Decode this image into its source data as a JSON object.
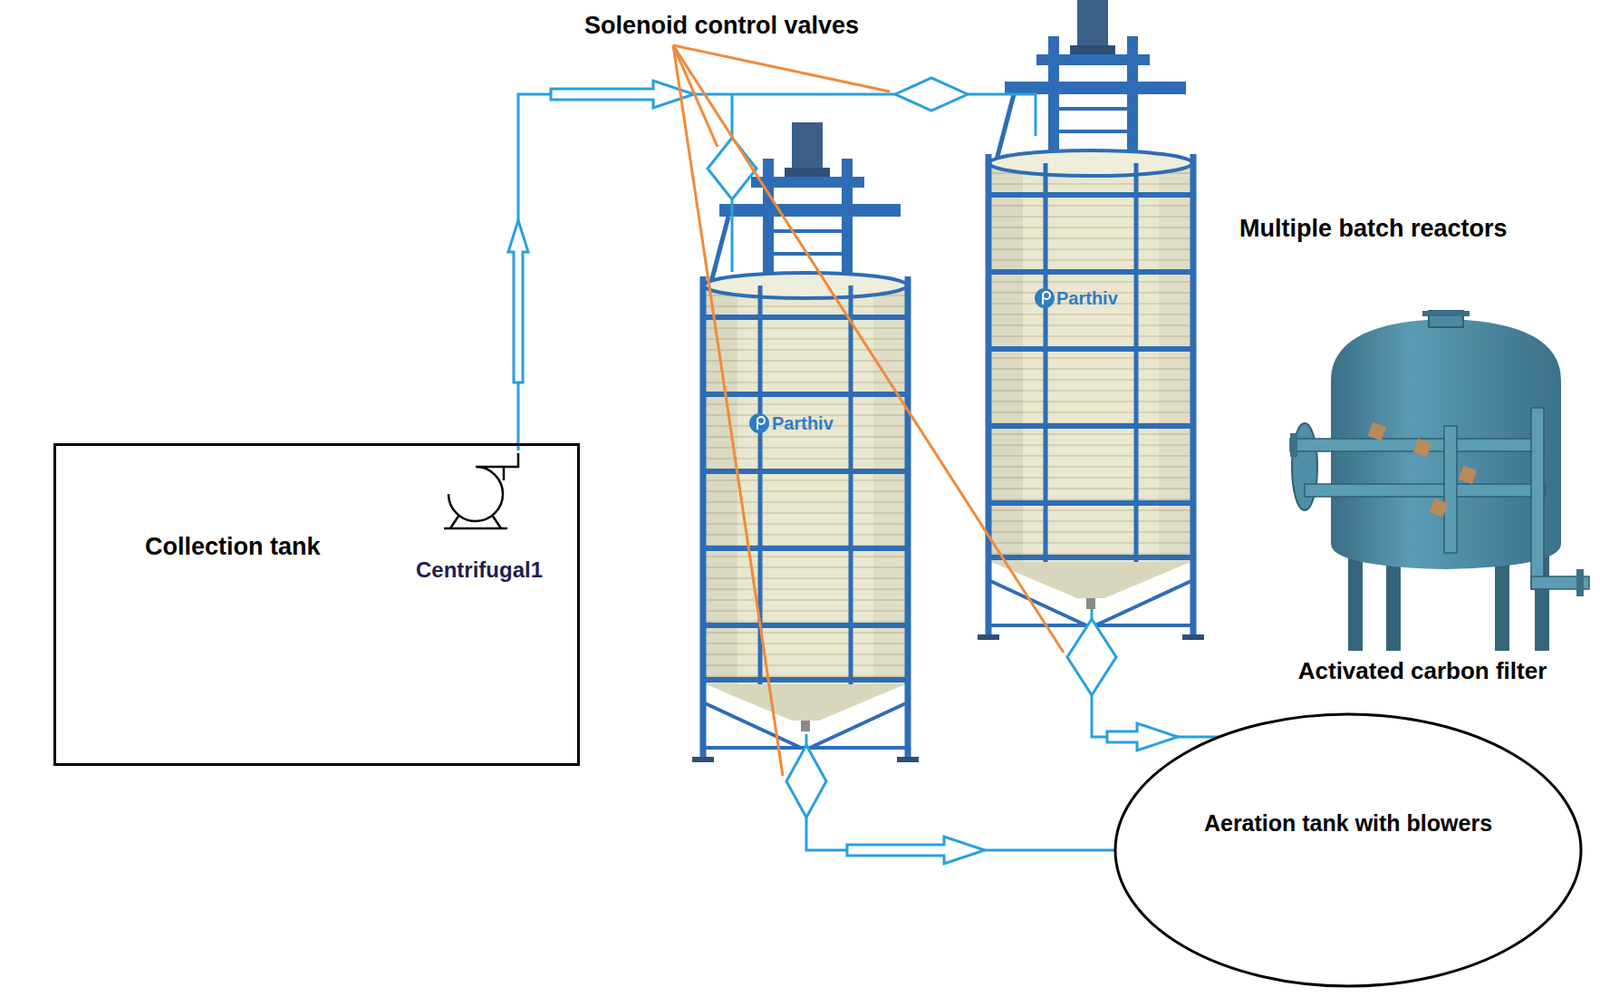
{
  "diagram": {
    "nodes": [
      {
        "text": [
          "Collection tank"
        ]
      },
      {
        "text": [
          "Centrifugal1"
        ],
        "in": 0
      },
      {
        "text": [
          "Multiple batch reactors"
        ]
      },
      {
        "text": [
          "Activated carbon filter"
        ]
      },
      {
        "text": [
          "Aeration tank with blowers"
        ]
      }
    ],
    "edges": [
      {
        "from": 1,
        "to": 2,
        "arrow": "to"
      },
      {
        "from": 2,
        "to": 4,
        "arrow": "to"
      },
      {
        "from": 2,
        "to": 4,
        "arrow": "to"
      }
    ],
    "labels": [
      "Solenoid control valves",
      "Parthiv",
      "Parthiv"
    ]
  }
}
